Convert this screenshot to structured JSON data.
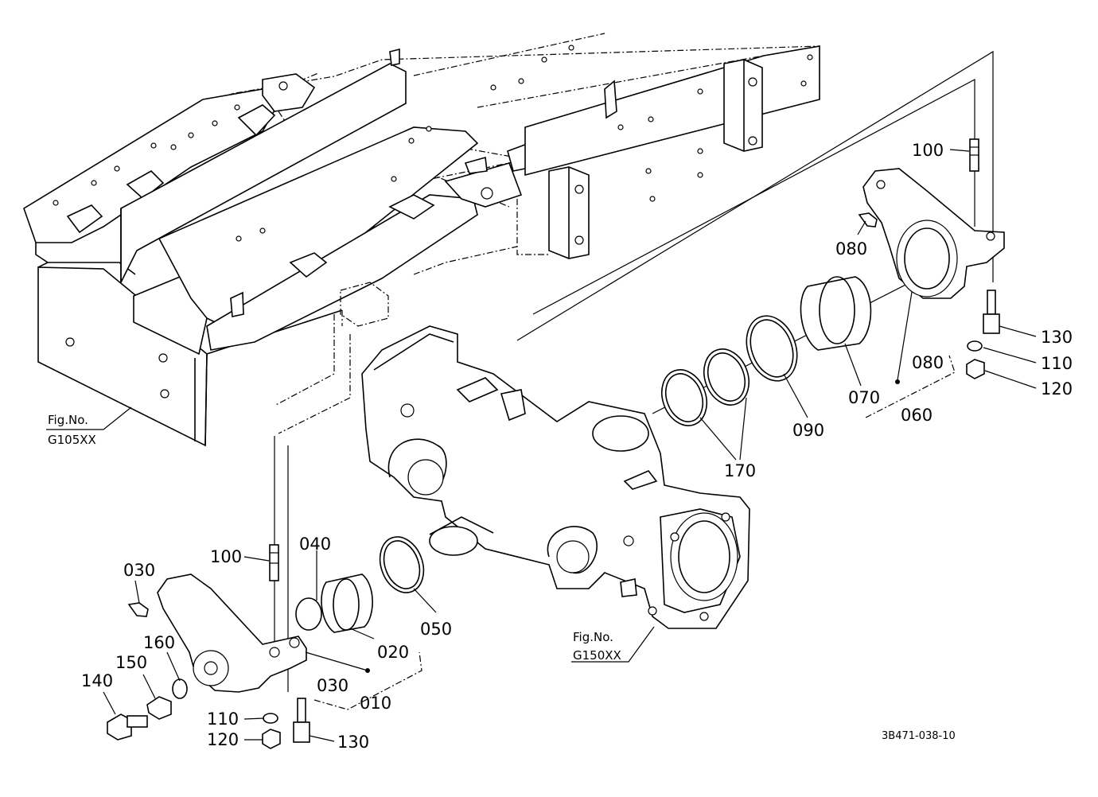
{
  "labels": {
    "p100_top": "100",
    "p080_top": "080",
    "p130_right": "130",
    "p110_right": "110",
    "p120_right": "120",
    "p080_group": "080",
    "p070": "070",
    "p060": "060",
    "p090": "090",
    "p170": "170",
    "p100_bottom": "100",
    "p040": "040",
    "p030_left": "030",
    "p160": "160",
    "p150": "150",
    "p140": "140",
    "p020": "020",
    "p050": "050",
    "p030_group": "030",
    "p010": "010",
    "p110_bottom": "110",
    "p120_bottom": "120",
    "p130_bottom": "130"
  },
  "refs": {
    "frame_fig": "Fig.No.",
    "frame_code": "G105XX",
    "axle_fig": "Fig.No.",
    "axle_code": "G150XX"
  },
  "drawing_code": "3B471-038-10"
}
